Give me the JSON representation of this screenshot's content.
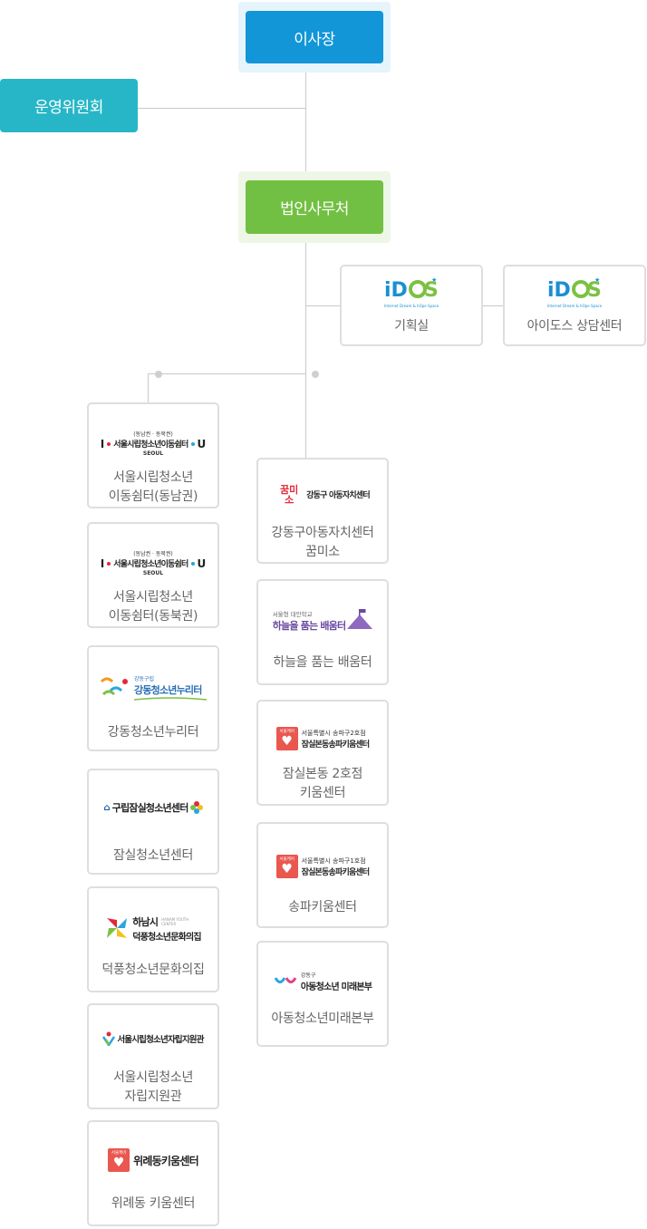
{
  "top": {
    "chairman": "이사장",
    "committee": "운영위원회",
    "office": "법인사무처"
  },
  "right_units": [
    {
      "logo": "IDOS",
      "logo_sub": "Internet Dream & hOpe Space",
      "label": "기획실"
    },
    {
      "logo": "IDOS",
      "logo_sub": "Internet Dream & hOpe Space",
      "label": "아이도스 상담센터"
    }
  ],
  "left_column": [
    {
      "logo_top": "(동남권 · 동북권)",
      "logo": "서울시립청소년이동쉼터",
      "logo_sub": "SEOUL",
      "label": "서울시립청소년\n이동쉼터(동남권)"
    },
    {
      "logo_top": "(동남권 · 동북권)",
      "logo": "서울시립청소년이동쉼터",
      "logo_sub": "SEOUL",
      "label": "서울시립청소년\n이동쉼터(동북권)"
    },
    {
      "logo_top": "강동구립",
      "logo": "강동청소년누리터",
      "label": "강동청소년누리터"
    },
    {
      "logo": "구립잠실청소년센터",
      "label": "잠실청소년센터"
    },
    {
      "logo_top": "하남시",
      "logo_top_sub": "HANAM YOUTH CENTER",
      "logo": "덕풍청소년문화의집",
      "label": "덕풍청소년문화의집"
    },
    {
      "logo": "서울시립청소년자립지원관",
      "label": "서울시립청소년\n자립지원관"
    },
    {
      "logo_badge": "서울케어",
      "logo": "위례동키움센터",
      "label": "위례동 키움센터"
    }
  ],
  "center_column": [
    {
      "logo_mark": "꿈미소",
      "logo": "강동구 아동자치센터",
      "label": "강동구아동자치센터\n꿈미소"
    },
    {
      "logo_top": "서울형 대안학교",
      "logo": "하늘을 품는 배움터",
      "label": "하늘을 품는 배움터"
    },
    {
      "logo_badge": "서울케어",
      "logo_top": "서울특별시 송파구2호점",
      "logo": "잠실본동송파키움센터",
      "label": "잠실본동 2호점\n키움센터"
    },
    {
      "logo_badge": "서울케어",
      "logo_top": "서울특별시 송파구1호점",
      "logo": "잠실본동송파키움센터",
      "label": "송파키움센터"
    },
    {
      "logo_top": "강동구",
      "logo": "아동청소년 미래본부",
      "label": "아동청소년미래본부"
    }
  ],
  "colors": {
    "chairman": "#1296d8",
    "chairman_halo": "#e6f4fb",
    "committee": "#27b6c7",
    "office": "#72c043",
    "office_halo": "#eef7e6",
    "line": "#c9c9c9",
    "card_border": "#dedede",
    "idos_blue": "#1a8fd2",
    "idos_green": "#7bc142"
  }
}
